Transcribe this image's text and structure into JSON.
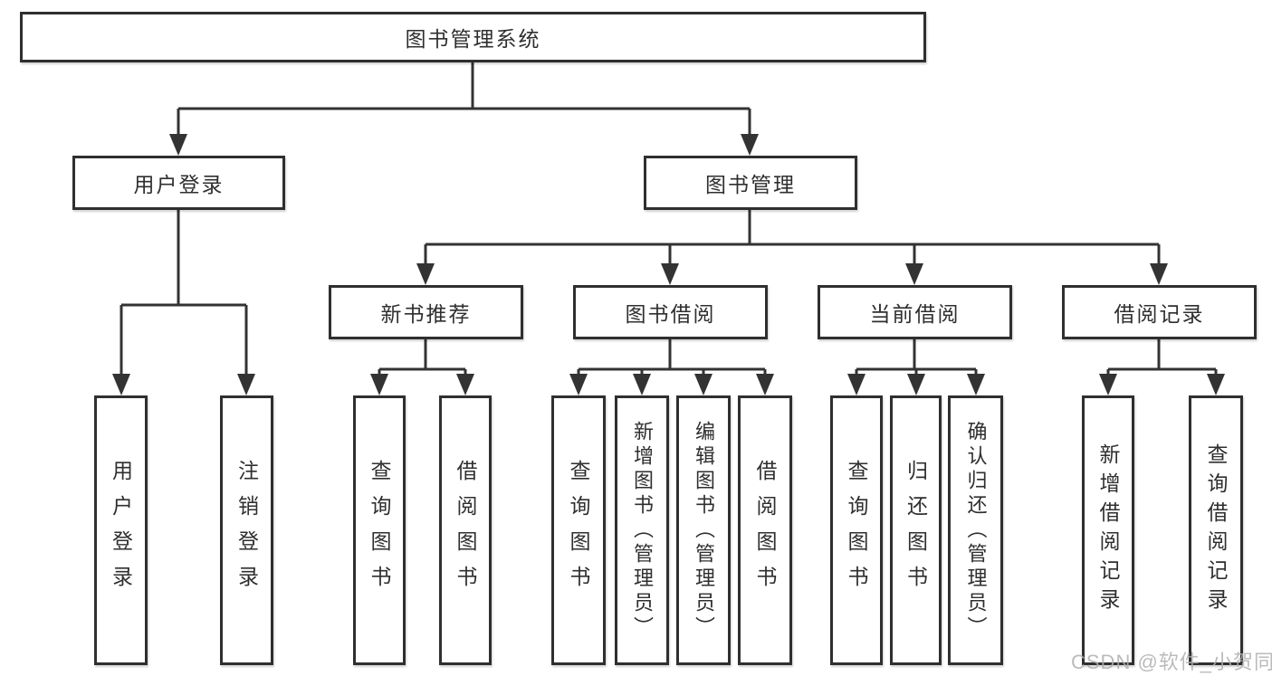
{
  "diagram": {
    "root": {
      "label": "图书管理系统"
    },
    "level2": [
      {
        "label": "用户登录"
      },
      {
        "label": "图书管理"
      }
    ],
    "level3": [
      {
        "label": "新书推荐"
      },
      {
        "label": "图书借阅"
      },
      {
        "label": "当前借阅"
      },
      {
        "label": "借阅记录"
      }
    ],
    "leaves": {
      "user_login": [
        {
          "label": "用户登录"
        },
        {
          "label": "注销登录"
        }
      ],
      "new_book_recommendation": [
        {
          "label": "查询图书"
        },
        {
          "label": "借阅图书"
        }
      ],
      "book_borrowing": [
        {
          "label": "查询图书"
        },
        {
          "label": "新增图书（管理员）"
        },
        {
          "label": "编辑图书（管理员）"
        },
        {
          "label": "借阅图书"
        }
      ],
      "current_borrowing": [
        {
          "label": "查询图书"
        },
        {
          "label": "归还图书"
        },
        {
          "label": "确认归还（管理员）"
        }
      ],
      "borrowing_records": [
        {
          "label": "新增借阅记录"
        },
        {
          "label": "查询借阅记录"
        }
      ]
    },
    "watermark": "CSDN @软件_小贺同学",
    "colors": {
      "line": "#333333",
      "box_border": "#2f2f2f",
      "box_fill": "#ffffff",
      "text": "#2f2f2f",
      "watermark": "#afafaf"
    }
  }
}
